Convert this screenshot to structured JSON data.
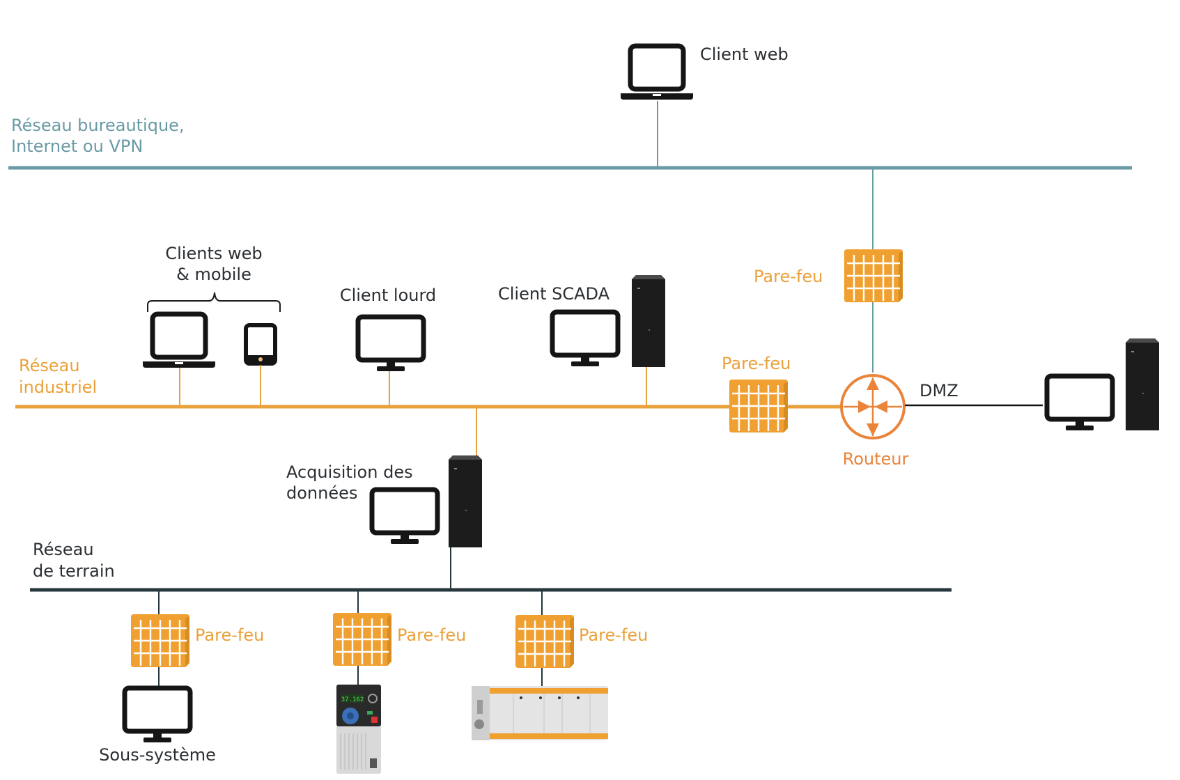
{
  "diagram": {
    "colors": {
      "office_network": "#6a9aa5",
      "industrial_network": "#e9a13b",
      "field_network": "#26363d",
      "firewall": "#f0a030",
      "router": "#e9843a",
      "device": "#1a1a1a"
    },
    "networks": {
      "office": {
        "label_line1": "Réseau bureautique,",
        "label_line2": "Internet ou VPN"
      },
      "industrial": {
        "label_line1": "Réseau",
        "label_line2": "industriel"
      },
      "field": {
        "label_line1": "Réseau",
        "label_line2": "de terrain"
      },
      "dmz": {
        "label": "DMZ"
      }
    },
    "nodes": {
      "client_web": {
        "label": "Client web",
        "icon": "laptop-icon"
      },
      "clients_web_mobile": {
        "label_line1": "Clients web",
        "label_line2": "& mobile",
        "icons": [
          "laptop-icon",
          "tablet-icon"
        ]
      },
      "client_lourd": {
        "label": "Client lourd",
        "icon": "monitor-icon"
      },
      "client_scada": {
        "label": "Client SCADA",
        "icons": [
          "monitor-icon",
          "server-tower-icon"
        ]
      },
      "firewall_office": {
        "label": "Pare-feu"
      },
      "firewall_industrial": {
        "label": "Pare-feu"
      },
      "router": {
        "label": "Routeur"
      },
      "dmz_host": {
        "icons": [
          "monitor-icon",
          "server-tower-icon"
        ]
      },
      "acquisition": {
        "label_line1": "Acquisition des",
        "label_line2": "données",
        "icons": [
          "monitor-icon",
          "server-tower-icon"
        ]
      },
      "firewall_field_1": {
        "label": "Pare-feu"
      },
      "firewall_field_2": {
        "label": "Pare-feu"
      },
      "firewall_field_3": {
        "label": "Pare-feu"
      },
      "subsystem": {
        "label": "Sous-système",
        "icon": "monitor-icon"
      },
      "drive": {
        "icon": "variable-drive-icon",
        "display": "37.162"
      },
      "plc": {
        "icon": "plc-icon"
      }
    }
  }
}
